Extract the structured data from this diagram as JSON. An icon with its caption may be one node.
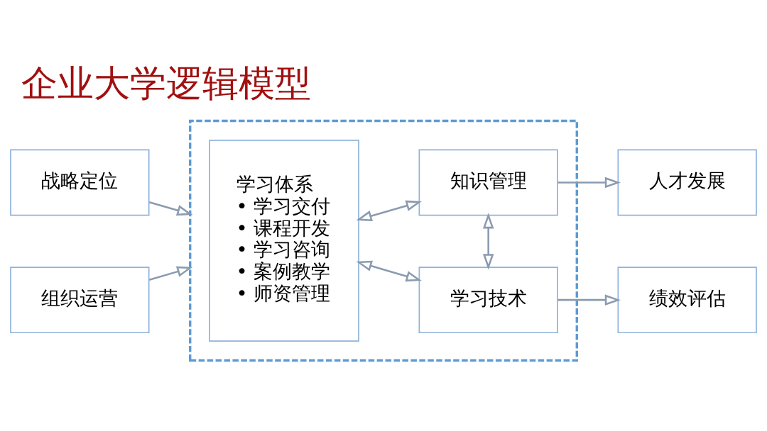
{
  "diagram": {
    "title": "企业大学逻辑模型",
    "nodes": [
      {
        "text": [
          "战略定位"
        ]
      },
      {
        "text": [
          "组织运营"
        ]
      },
      {
        "text": [],
        "shape": "box"
      },
      {
        "text": [
          "学习体系",
          "• 学习交付",
          "• 课程开发",
          "• 学习咨询",
          "• 案例教学",
          "• 师资管理"
        ],
        "in": 2
      },
      {
        "text": [
          "知识管理"
        ],
        "in": 2
      },
      {
        "text": [
          "学习技术"
        ],
        "in": 2
      },
      {
        "text": [
          "人才发展"
        ]
      },
      {
        "text": [
          "绩效评估"
        ]
      }
    ],
    "edges": [
      {
        "from": 0,
        "to": 2,
        "arrow": "to"
      },
      {
        "from": 1,
        "to": 2,
        "arrow": "to"
      },
      {
        "from": 3,
        "to": 4,
        "arrow": "both"
      },
      {
        "from": 3,
        "to": 5,
        "arrow": "both"
      },
      {
        "from": 4,
        "to": 5,
        "arrow": "both"
      },
      {
        "from": 4,
        "to": 6,
        "arrow": "to"
      },
      {
        "from": 5,
        "to": 7,
        "arrow": "to"
      }
    ]
  }
}
